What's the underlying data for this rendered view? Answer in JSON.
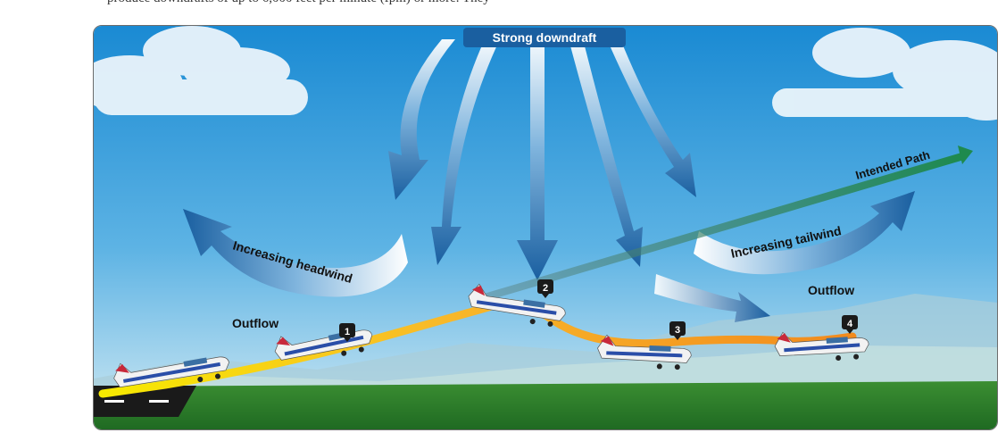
{
  "caption_fragment": "produce downdrafts of up to 6,000 feet per minute (fpm) or more. They",
  "labels": {
    "strong_downdraft": "Strong downdraft",
    "intended_path": "Intended Path",
    "increasing_headwind": "Increasing headwind",
    "increasing_tailwind": "Increasing tailwind",
    "outflow_left": "Outflow",
    "outflow_right": "Outflow"
  },
  "positions": [
    "1",
    "2",
    "3",
    "4"
  ],
  "colors": {
    "sky_top": "#1d8fd6",
    "sky_bottom": "#cfe8f3",
    "ground": "#2f7d2a",
    "arrow_dark": "#1a5fa0",
    "flight_path_early": "#f5d400",
    "flight_path_late": "#f08a1c",
    "intended_path": "#2a8a55",
    "aircraft_stripe": "#2a4ea8",
    "aircraft_accent": "#c8283a"
  }
}
